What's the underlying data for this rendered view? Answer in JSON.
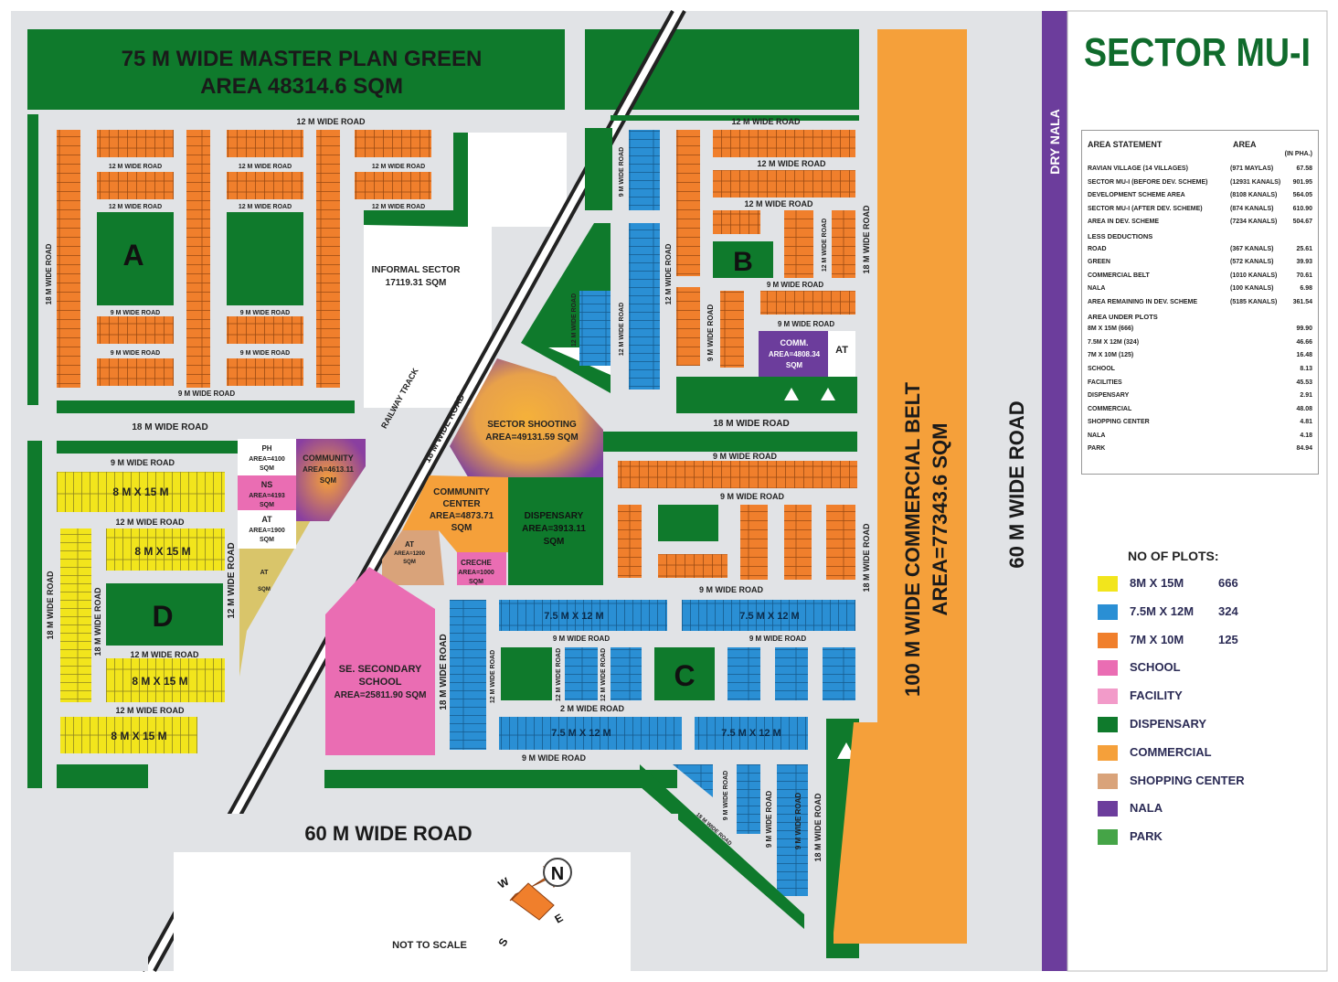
{
  "title": "SECTOR MU-I",
  "colors": {
    "green": "#0f7a2c",
    "road": "#e1e3e6",
    "orange": "#f07f2c",
    "blue": "#2a8fd4",
    "yellow": "#f2e51c",
    "pink": "#ea6db3",
    "purple": "#6c3d9c",
    "commercial": "#f5a03a",
    "shopping": "#d9a37a",
    "park": "#45a447"
  },
  "map": {
    "green_area": {
      "line1": "75 M WIDE MASTER PLAN GREEN",
      "line2": "AREA 48314.6 SQM"
    },
    "informal_sector": {
      "line1": "INFORMAL SECTOR",
      "line2": "17119.31 SQM"
    },
    "railway": "RAILWAY TRACK",
    "dry_nala": "DRY NALA",
    "commercial_belt": {
      "line1": "100 M WIDE COMMERCIAL BELT",
      "line2": "AREA=77343.6 SQM"
    },
    "road_60_vertical": "60 M WIDE ROAD",
    "road_60_horizontal": "60 M WIDE ROAD",
    "not_to_scale": "NOT TO SCALE",
    "block_a": "A",
    "block_b": "B",
    "block_c": "C",
    "block_d": "D",
    "sector_shooting": {
      "line1": "SECTOR SHOOTING",
      "line2": "AREA=49131.59 SQM"
    },
    "community_center": {
      "line1": "COMMUNITY",
      "line2": "CENTER",
      "line3": "AREA=4873.71",
      "line4": "SQM"
    },
    "dispensary": {
      "line1": "DISPENSARY",
      "line2": "AREA=3913.11",
      "line3": "SQM"
    },
    "community": {
      "line1": "COMMUNITY",
      "line2": "AREA=4613.11",
      "line3": "SQM"
    },
    "ph": {
      "line1": "PH",
      "line2": "AREA=4100",
      "line3": "SQM"
    },
    "ns": {
      "line1": "NS",
      "line2": "AREA=4193",
      "line3": "SQM"
    },
    "at_white": {
      "line1": "AT",
      "line2": "AREA=1900",
      "line3": "SQM"
    },
    "at_small": {
      "line1": "AT",
      "line2": "AREA=1200",
      "line3": "SQM"
    },
    "creche": {
      "line1": "CRECHE",
      "line2": "AREA=1000",
      "line3": "SQM"
    },
    "at_diag": {
      "line1": "AT",
      "line2": "SQM"
    },
    "school": {
      "line1": "SE. SECONDARY",
      "line2": "SCHOOL",
      "line3": "AREA=25811.90 SQM"
    },
    "comm": {
      "line1": "COMM.",
      "line2": "AREA=4808.34",
      "line3": "SQM"
    },
    "at_b": "AT",
    "plots": {
      "p1": "8 M X 15 M",
      "p2": "8 M X 15 M",
      "p3": "8 M X 15 M",
      "p4": "8 M X 15 M",
      "b1": "7.5 M X 12 M",
      "b2": "7.5 M X 12 M",
      "b3": "7.5 M X 12 M",
      "b4": "7.5 M X 12 M"
    },
    "roads": {
      "r12_top_left": "12 M WIDE ROAD",
      "r12_a1": "12 M WIDE ROAD",
      "r12_a2": "12 M WIDE ROAD",
      "r12_a3": "12 M WIDE ROAD",
      "r12_a4": "12 M WIDE ROAD",
      "r12_a5": "12 M WIDE ROAD",
      "r12_a6": "12 M WIDE ROAD",
      "r9_a1": "9 M WIDE ROAD",
      "r9_a2": "9 M WIDE ROAD",
      "r9_a3": "9 M WIDE ROAD",
      "r9_a4": "9 M WIDE ROAD",
      "r9_a5": "9 M WIDE ROAD",
      "r18_left_v": "18 M WIDE ROAD",
      "r18_h1": "18 M WIDE ROAD",
      "r18_diag": "18 M WIDE ROAD",
      "r12_top_right": "12 M WIDE ROAD",
      "r12_b1": "12 M WIDE ROAD",
      "r12_b2": "12 M WIDE ROAD",
      "r18_b_v": "18 M WIDE ROAD",
      "r9_b1": "9 M WIDE ROAD",
      "r9_b2": "9 M WIDE ROAD",
      "r9_bv1": "9 M WIDE ROAD",
      "r12_bv": "12 M WIDE ROAD",
      "r12_bv2": "12 M WIDE ROAD",
      "r12_bv3": "12 M WIDE ROAD",
      "r12_bv4": "12 M WIDE ROAD",
      "r9_bv2": "9 M WIDE ROAD",
      "r18_h2": "18 M WIDE ROAD",
      "r9_c1": "9 M WIDE ROAD",
      "r9_c2": "9 M WIDE ROAD",
      "r9_c3": "9 M WIDE ROAD",
      "r9_c4": "9 M WIDE ROAD",
      "r9_c5": "9 M WIDE ROAD",
      "r2_c": "2 M WIDE ROAD",
      "r9_c6": "9 M WIDE ROAD",
      "r18_c_v": "18 M WIDE ROAD",
      "r12_cv1": "12 M WIDE ROAD",
      "r12_cv2": "12 M WIDE ROAD",
      "r12_cv3": "12 M WIDE ROAD",
      "r18_right_v": "18 M WIDE ROAD",
      "r18_right_v2": "18 M WIDE ROAD",
      "r9_d1": "9 M WIDE ROAD",
      "r12_d1": "12 M WIDE ROAD",
      "r12_d2": "12 M WIDE ROAD",
      "r12_d3": "12 M WIDE ROAD",
      "r18_d_v": "18 M WIDE ROAD",
      "r18_d_v2": "18 M WIDE ROAD",
      "r12_d_v": "12 M WIDE ROAD",
      "r9_s1": "9 M WIDE ROAD",
      "r9_s2": "9 M WIDE ROAD",
      "r18_s": "18 M WIDE ROAD",
      "r9_s3": "9 M WIDE ROAD"
    },
    "compass": {
      "n": "N",
      "s": "S",
      "e": "E",
      "w": "W"
    }
  },
  "area_statement": {
    "header_label": "AREA STATEMENT",
    "header_area": "AREA",
    "unit": "(IN PHA.)",
    "rows": [
      {
        "label": "RAVIAN VILLAGE (14 VILLAGES)",
        "kanals": "(971 MAYLAS)",
        "area": "67.58"
      },
      {
        "label": "SECTOR MU-I (BEFORE DEV. SCHEME)",
        "kanals": "(12931 KANALS)",
        "area": "901.95"
      },
      {
        "label": "DEVELOPMENT SCHEME AREA",
        "kanals": "(8108 KANALS)",
        "area": "564.05"
      },
      {
        "label": "SECTOR MU-I (AFTER DEV. SCHEME)",
        "kanals": "(874 KANALS)",
        "area": "610.90"
      },
      {
        "label": "AREA IN DEV. SCHEME",
        "kanals": "(7234 KANALS)",
        "area": "504.67"
      },
      {
        "label": "LESS DEDUCTIONS",
        "kanals": "",
        "area": ""
      },
      {
        "label": "ROAD",
        "kanals": "(367 KANALS)",
        "area": "25.61"
      },
      {
        "label": "GREEN",
        "kanals": "(572 KANALS)",
        "area": "39.93"
      },
      {
        "label": "COMMERCIAL BELT",
        "kanals": "(1010 KANALS)",
        "area": "70.61"
      },
      {
        "label": "NALA",
        "kanals": "(100 KANALS)",
        "area": "6.98"
      },
      {
        "label": "AREA REMAINING IN DEV. SCHEME",
        "kanals": "(5185 KANALS)",
        "area": "361.54"
      },
      {
        "label": "AREA UNDER PLOTS",
        "kanals": "",
        "area": ""
      },
      {
        "label": "8M X 15M    (666)",
        "kanals": "",
        "area": "99.90"
      },
      {
        "label": "7.5M X 12M  (324)",
        "kanals": "",
        "area": "46.66"
      },
      {
        "label": "7M X 10M    (125)",
        "kanals": "",
        "area": "16.48"
      },
      {
        "label": "SCHOOL",
        "kanals": "",
        "area": "8.13"
      },
      {
        "label": "FACILITIES",
        "kanals": "",
        "area": "45.53"
      },
      {
        "label": "DISPENSARY",
        "kanals": "",
        "area": "2.91"
      },
      {
        "label": "COMMERCIAL",
        "kanals": "",
        "area": "48.08"
      },
      {
        "label": "SHOPPING CENTER",
        "kanals": "",
        "area": "4.81"
      },
      {
        "label": "NALA",
        "kanals": "",
        "area": "4.18"
      },
      {
        "label": "PARK",
        "kanals": "",
        "area": "84.94"
      }
    ]
  },
  "legend": {
    "title": "NO OF PLOTS:",
    "items": [
      {
        "name": "8M X 15M",
        "count": "666",
        "color": "#f2e51c"
      },
      {
        "name": "7.5M X 12M",
        "count": "324",
        "color": "#2a8fd4"
      },
      {
        "name": "7M X 10M",
        "count": "125",
        "color": "#f07f2c"
      },
      {
        "name": "SCHOOL",
        "count": "",
        "color": "#ea6db3"
      },
      {
        "name": "FACILITY",
        "count": "",
        "color": "#f29bc9"
      },
      {
        "name": "DISPENSARY",
        "count": "",
        "color": "#0f7a2c"
      },
      {
        "name": "COMMERCIAL",
        "count": "",
        "color": "#f5a03a"
      },
      {
        "name": "SHOPPING CENTER",
        "count": "",
        "color": "#d9a37a"
      },
      {
        "name": "NALA",
        "count": "",
        "color": "#6c3d9c"
      },
      {
        "name": "PARK",
        "count": "",
        "color": "#45a447"
      }
    ]
  }
}
